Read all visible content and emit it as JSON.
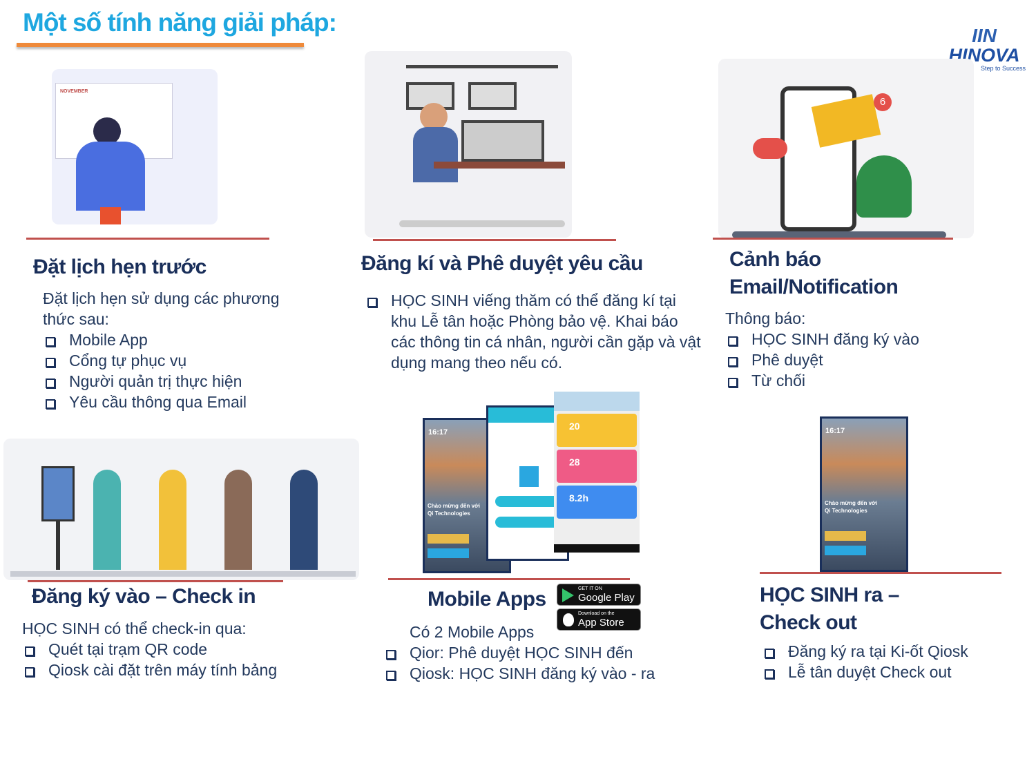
{
  "title": "Một số tính năng giải pháp:",
  "logo": {
    "mark": "IIN",
    "name": "HINOVA",
    "tagline": "Step to Success"
  },
  "colors": {
    "title": "#1ea7e0",
    "heading": "#1a2f5a",
    "accent_rule": "#c0504d",
    "title_bar": "#ef8a3a"
  },
  "sections": {
    "appointment": {
      "heading": "Đặt lịch hẹn trước",
      "intro": "Đặt lịch hẹn sử dụng các phương thức sau:",
      "items": [
        "Mobile App",
        "Cổng tự phục vụ",
        "Người quản trị thực hiện",
        "Yêu cầu thông qua Email"
      ],
      "calendar_month": "NOVEMBER"
    },
    "register": {
      "heading": "Đăng kí và Phê duyệt yêu cầu",
      "items": [
        "HỌC SINH viếng thăm có thể đăng kí tại khu Lễ tân hoặc Phòng bảo vệ. Khai báo các thông tin cá nhân, người cần gặp và vật dụng mang theo nếu có."
      ]
    },
    "alerts": {
      "heading_line1": "Cảnh báo",
      "heading_line2": "Email/Notification",
      "intro": "Thông báo:",
      "items": [
        "HỌC SINH đăng ký vào",
        "Phê duyệt",
        "Từ chối"
      ],
      "badge_count": "6"
    },
    "checkin": {
      "heading": "Đăng ký vào – Check in",
      "intro": "HỌC SINH có thể check-in qua:",
      "items": [
        "Quét tại trạm QR code",
        "Qiosk cài đặt trên máy tính bảng"
      ]
    },
    "mobile": {
      "heading": "Mobile Apps",
      "intro": "Có 2 Mobile Apps",
      "items": [
        "Qior: Phê duyệt HỌC SINH đến",
        "Qiosk: HỌC SINH đăng ký vào - ra"
      ],
      "google_play": {
        "small": "GET IT ON",
        "big": "Google Play"
      },
      "app_store": {
        "small": "Download on the",
        "big": "App Store"
      },
      "phone": {
        "time": "16:17",
        "welcome": "Chào mừng đến với",
        "brand": "Qi Technologies"
      },
      "stats": [
        "20",
        "28",
        "8.2h"
      ]
    },
    "checkout": {
      "heading_line1": "HỌC SINH ra –",
      "heading_line2": "Check  out",
      "items": [
        "Đăng ký ra tại Ki-ốt Qiosk",
        "Lễ tân duyệt Check out"
      ]
    }
  }
}
